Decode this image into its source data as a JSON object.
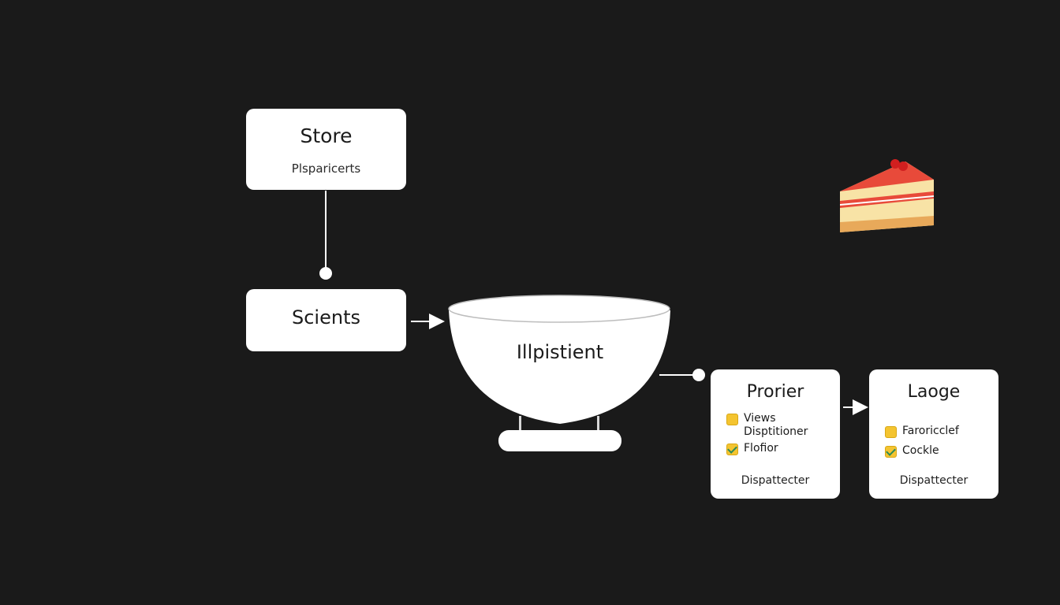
{
  "nodes": {
    "store": {
      "title": "Store",
      "subtitle": "Plsparicerts"
    },
    "scients": {
      "title": "Scients"
    },
    "bowl": {
      "label": "Illpistient"
    },
    "prorier": {
      "title": "Prorier",
      "items": [
        {
          "label": "Views\nDisptitioner",
          "checked": false
        },
        {
          "label": "Flofior",
          "checked": true
        }
      ],
      "footer": "Dispattecter"
    },
    "lauge": {
      "title": "Laoge",
      "items": [
        {
          "label": "Faroricclef",
          "checked": false
        },
        {
          "label": "Cockle",
          "checked": true
        }
      ],
      "footer": "Dispattecter"
    }
  },
  "decorations": {
    "cake": "cake-slice-icon"
  },
  "colors": {
    "background": "#1a1a1a",
    "card": "#ffffff",
    "checkbox": "#f4c430",
    "check": "#2e8b57"
  }
}
